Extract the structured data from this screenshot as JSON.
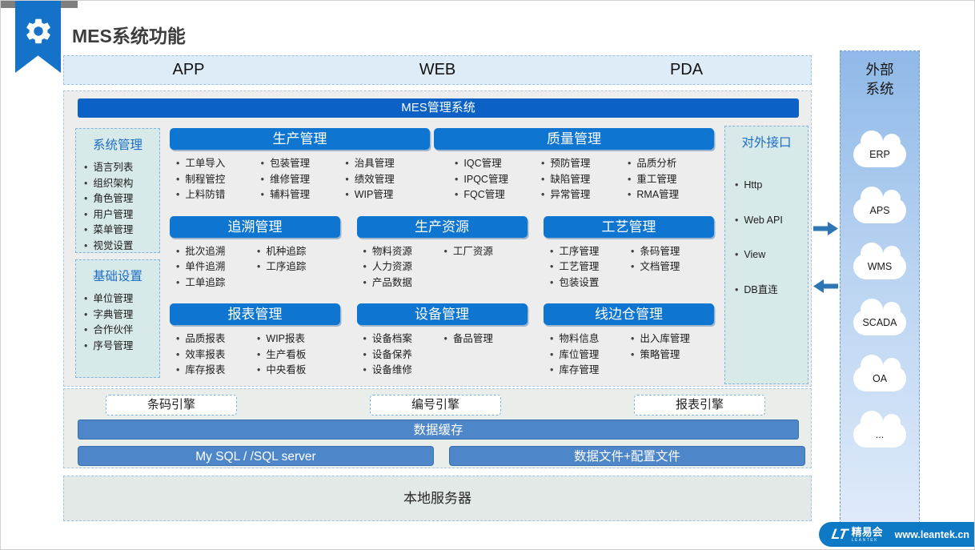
{
  "page": {
    "title": "MES系统功能"
  },
  "colors": {
    "header_blue": "#0e76d1",
    "dark_blue": "#0b62c4",
    "medium_blue": "#4e87c9",
    "panel_teal": "#d8e9e9",
    "light_blue_bar": "#ddecf7",
    "ribbon_blue": "#1472c8",
    "arrow_blue": "#2e75b6",
    "brand_blue": "#0e79c4",
    "external_gradient_top": "#8fb9e8",
    "external_gradient_bottom": "#e0ebfa"
  },
  "channels": {
    "items": [
      "APP",
      "WEB",
      "PDA"
    ]
  },
  "mes": {
    "title": "MES管理系统"
  },
  "left_panels": {
    "system": {
      "title": "系统管理",
      "items": [
        "语言列表",
        "组织架构",
        "角色管理",
        "用户管理",
        "菜单管理",
        "视觉设置"
      ]
    },
    "basic": {
      "title": "基础设置",
      "items": [
        "单位管理",
        "字典管理",
        "合作伙伴",
        "序号管理"
      ]
    }
  },
  "modules": {
    "production": {
      "title": "生产管理",
      "columns": [
        [
          "工单导入",
          "制程管控",
          "上料防错"
        ],
        [
          "包装管理",
          "维修管理",
          "辅料管理"
        ],
        [
          "治具管理",
          "绩效管理",
          "WIP管理"
        ]
      ]
    },
    "quality": {
      "title": "质量管理",
      "columns": [
        [
          "IQC管理",
          "IPQC管理",
          "FQC管理"
        ],
        [
          "预防管理",
          "缺陷管理",
          "异常管理"
        ],
        [
          "品质分析",
          "重工管理",
          "RMA管理"
        ]
      ]
    },
    "trace": {
      "title": "追溯管理",
      "columns": [
        [
          "批次追溯",
          "单件追溯",
          "工单追踪"
        ],
        [
          "机种追踪",
          "工序追踪"
        ]
      ]
    },
    "resources": {
      "title": "生产资源",
      "columns": [
        [
          "物料资源",
          "人力资源",
          "产品数据"
        ],
        [
          "工厂资源"
        ]
      ]
    },
    "process": {
      "title": "工艺管理",
      "columns": [
        [
          "工序管理",
          "工艺管理",
          "包装设置"
        ],
        [
          "条码管理",
          "文档管理"
        ]
      ]
    },
    "report": {
      "title": "报表管理",
      "columns": [
        [
          "品质报表",
          "效率报表",
          "库存报表"
        ],
        [
          "WIP报表",
          "生产看板",
          "中央看板"
        ]
      ]
    },
    "equipment": {
      "title": "设备管理",
      "columns": [
        [
          "设备档案",
          "设备保养",
          "设备维修"
        ],
        [
          "备品管理"
        ]
      ]
    },
    "lineside": {
      "title": "线边仓管理",
      "columns": [
        [
          "物料信息",
          "库位管理",
          "库存管理"
        ],
        [
          "出入库管理",
          "策略管理"
        ]
      ]
    }
  },
  "interface_panel": {
    "title": "对外接口",
    "items": [
      "Http",
      "Web API",
      "View",
      "DB直连"
    ]
  },
  "engine_layer": {
    "engines": [
      "条码引擎",
      "编号引擎",
      "报表引擎"
    ],
    "cache": "数据缓存",
    "database": "My SQL / /SQL server",
    "files": "数据文件+配置文件"
  },
  "local_server": {
    "label": "本地服务器"
  },
  "external": {
    "title": "外部系统",
    "systems": [
      "ERP",
      "APS",
      "WMS",
      "SCADA",
      "OA",
      "..."
    ]
  },
  "footer": {
    "logo": "LT",
    "brand": "精易会",
    "brand_sub": "LEANTEK",
    "url": "www.leantek.cn"
  }
}
